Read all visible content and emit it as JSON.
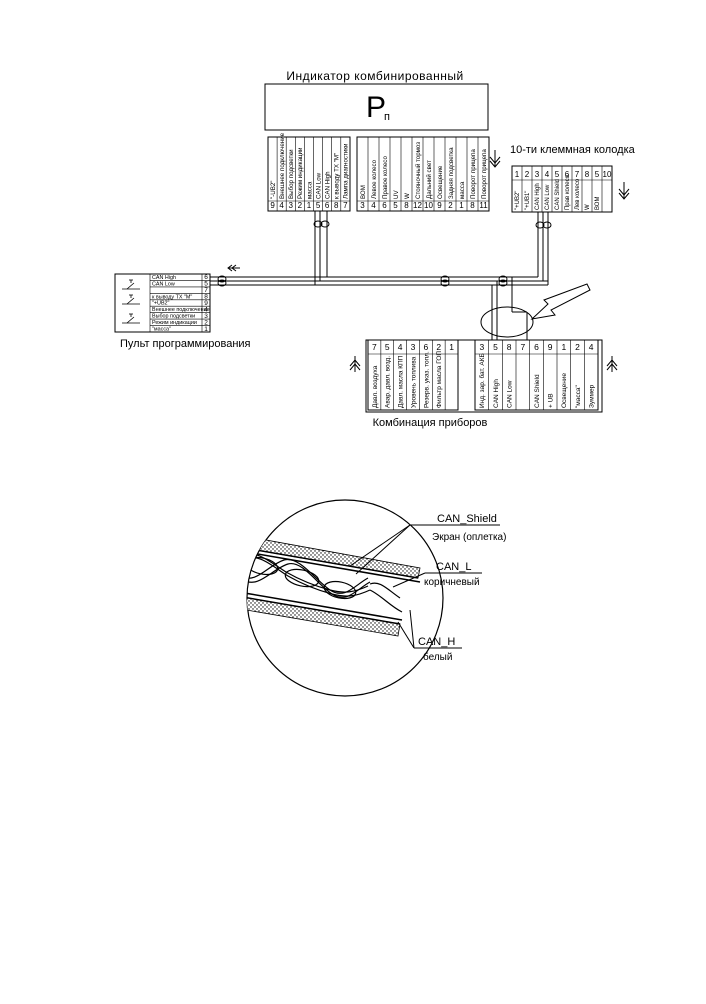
{
  "indicator": {
    "title": "Индикатор комбинированный",
    "symbol": "P",
    "symbol_sub": "п",
    "left_pins": [
      {
        "num": "9",
        "label": "\"-UB2\""
      },
      {
        "num": "4",
        "label": "Внешнее подключение"
      },
      {
        "num": "3",
        "label": "Выбор подсветки"
      },
      {
        "num": "2",
        "label": "Режим индикации"
      },
      {
        "num": "1",
        "label": "масса"
      },
      {
        "num": "5",
        "label": "CAN Low"
      },
      {
        "num": "6",
        "label": "CAN High"
      },
      {
        "num": "8",
        "label": "к выводу ТХ \"М\""
      },
      {
        "num": "7",
        "label": "Лампа диагностики"
      }
    ],
    "right_pins": [
      {
        "num": "3",
        "label": "ВОМ"
      },
      {
        "num": "4",
        "label": "Левое колесо"
      },
      {
        "num": "6",
        "label": "Правое колесо"
      },
      {
        "num": "5",
        "label": "UV"
      },
      {
        "num": "8",
        "label": "W"
      },
      {
        "num": "12",
        "label": "Стояночный тормоз"
      },
      {
        "num": "10",
        "label": "Дальний свет"
      },
      {
        "num": "9",
        "label": "Освещение"
      },
      {
        "num": "2",
        "label": "Задняя подсветка"
      },
      {
        "num": "1",
        "label": "масса"
      },
      {
        "num": "8",
        "label": "Поворот прицепа"
      },
      {
        "num": "11",
        "label": "Поворот прицепа"
      }
    ]
  },
  "terminal_block": {
    "title": "10-ти клеммная колодка",
    "pins": [
      {
        "num": "1",
        "label": "\"+UB2\""
      },
      {
        "num": "2",
        "label": "\"+UB1\""
      },
      {
        "num": "3",
        "label": "CAN High"
      },
      {
        "num": "4",
        "label": "CAN Low"
      },
      {
        "num": "5",
        "label": "CAN Shield"
      },
      {
        "num": "6",
        "label": "Прав колесо"
      },
      {
        "num": "7",
        "label": "Лев колесо"
      },
      {
        "num": "8",
        "label": "W"
      },
      {
        "num": "5",
        "label": "ВОМ"
      },
      {
        "num": "10",
        "label": ""
      }
    ]
  },
  "remote": {
    "title": "Пульт программирования",
    "rows": [
      {
        "num": "6",
        "label": "CAN High"
      },
      {
        "num": "5",
        "label": "CAN Low"
      },
      {
        "num": "7",
        "label": ""
      },
      {
        "num": "8",
        "label": "к выводу ТХ \"М\""
      },
      {
        "num": "9",
        "label": "\"+UB2\""
      },
      {
        "num": "4",
        "label": "Внешнее подключение"
      },
      {
        "num": "3",
        "label": "Выбор подсветки"
      },
      {
        "num": "2",
        "label": "Режим индикации"
      },
      {
        "num": "1",
        "label": "\"масса\""
      }
    ]
  },
  "cluster": {
    "title": "Комбинация приборов",
    "left_pins": [
      {
        "num": "7",
        "label": "Давл. воздуха"
      },
      {
        "num": "5",
        "label": "Авар. давл. возд."
      },
      {
        "num": "4",
        "label": "Давл. масла КПП"
      },
      {
        "num": "3",
        "label": "Уровень топлива"
      },
      {
        "num": "6",
        "label": "Резерв. указ. топл."
      },
      {
        "num": "2",
        "label": "Фильтр масла ГОП"
      },
      {
        "num": "1",
        "label": ""
      }
    ],
    "right_pins": [
      {
        "num": "3",
        "label": "Инд. зар. бат. АКБ"
      },
      {
        "num": "5",
        "label": "CAN High"
      },
      {
        "num": "8",
        "label": "CAN Low"
      },
      {
        "num": "7",
        "label": ""
      },
      {
        "num": "6",
        "label": "CAN Shield"
      },
      {
        "num": "9",
        "label": "+ UB"
      },
      {
        "num": "1",
        "label": "Освещение"
      },
      {
        "num": "2",
        "label": "\"масса\""
      },
      {
        "num": "4",
        "label": "Зуммер"
      }
    ]
  },
  "cable_detail": {
    "shield_label": "CAN_Shield",
    "shield_desc": "Экран (оплетка)",
    "low_label": "CAN_L",
    "low_desc": "коричневый",
    "high_label": "CAN_H",
    "high_desc": "белый"
  }
}
